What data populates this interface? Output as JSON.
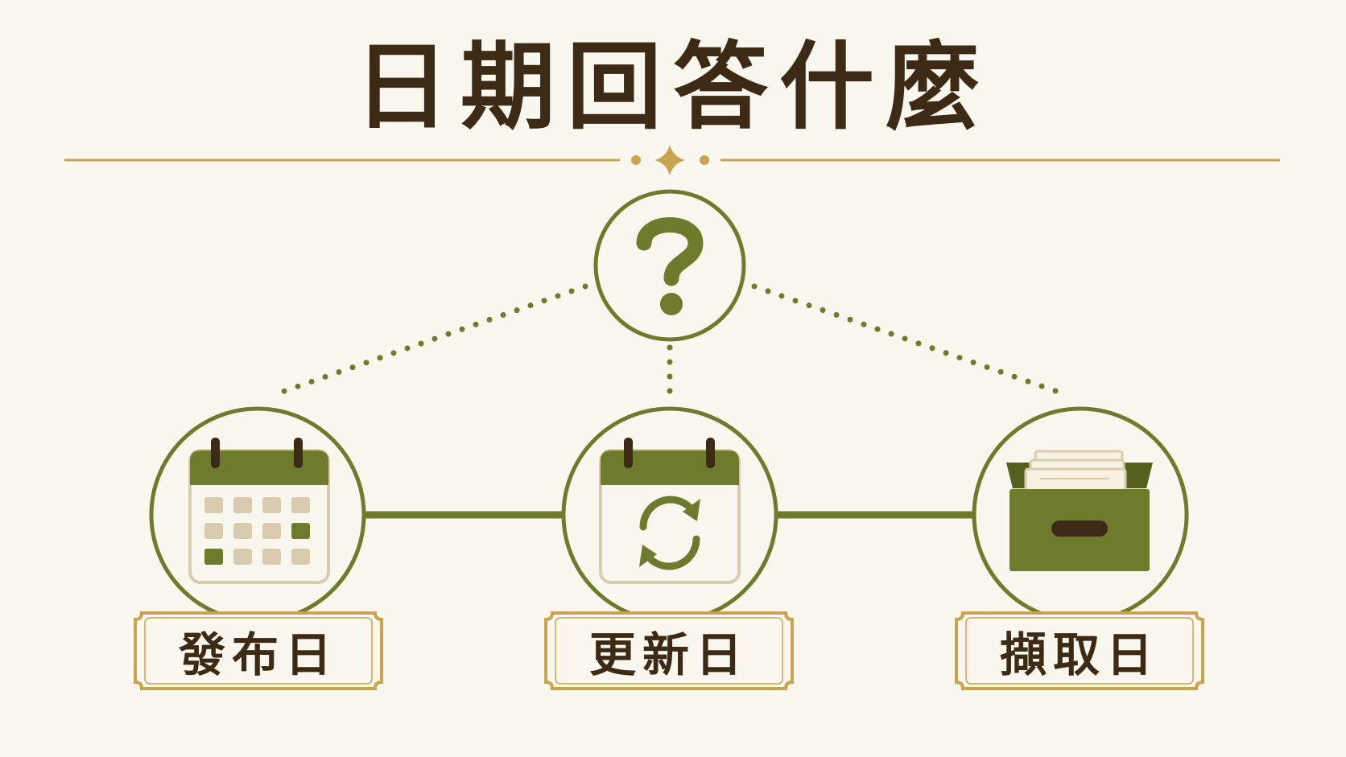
{
  "title": "日期回答什麼",
  "nodes": [
    {
      "label": "發布日",
      "icon": "calendar-icon"
    },
    {
      "label": "更新日",
      "icon": "calendar-refresh-icon"
    },
    {
      "label": "擷取日",
      "icon": "archive-box-icon"
    }
  ],
  "center_node": {
    "icon": "question-mark-icon"
  },
  "colors": {
    "background": "#faf7ee",
    "olive": "#6e7a2c",
    "dark_brown": "#3d2a14",
    "gold": "#c9a44f",
    "beige": "#d9cbb0"
  }
}
